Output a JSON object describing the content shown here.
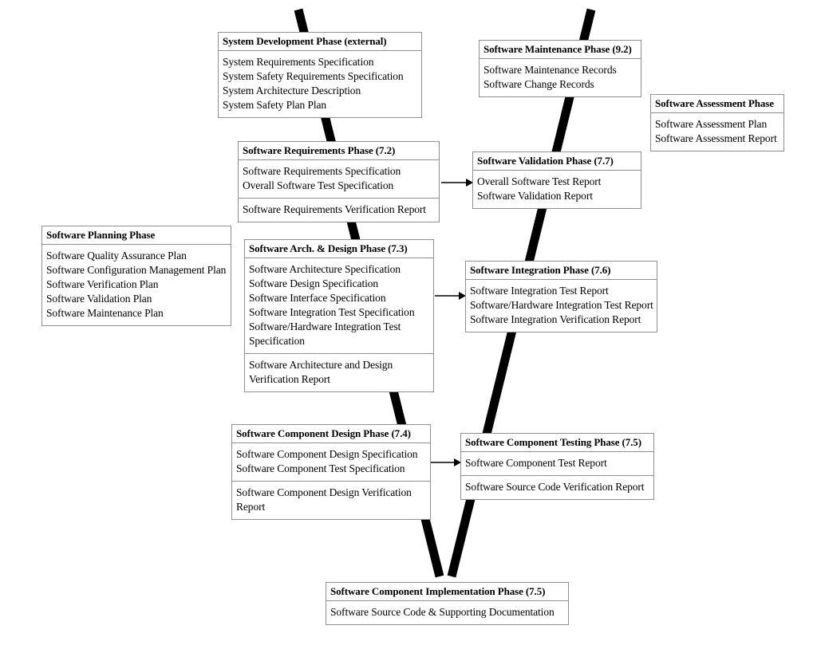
{
  "diagram_type": "software-lifecycle-v-model",
  "colors": {
    "background": "#ffffff",
    "box_background": "#ffffff",
    "box_border": "#8f8f8f",
    "text": "#000000",
    "v_line": "#000000",
    "arrow": "#000000"
  },
  "boxes": [
    {
      "id": "system-development",
      "title": "System Development Phase (external)",
      "sections": [
        [
          "System Requirements Specification",
          "System Safety Requirements Specification",
          "System Architecture Description",
          "System Safety Plan Plan"
        ]
      ]
    },
    {
      "id": "software-maintenance",
      "title": "Software Maintenance Phase (9.2)",
      "sections": [
        [
          "Software Maintenance Records",
          "Software Change Records"
        ]
      ]
    },
    {
      "id": "software-assessment",
      "title": "Software Assessment Phase",
      "sections": [
        [
          "Software Assessment Plan",
          "Software Assessment Report"
        ]
      ]
    },
    {
      "id": "software-requirements",
      "title": "Software Requirements Phase (7.2)",
      "sections": [
        [
          "Software Requirements Specification",
          "Overall Software Test Specification"
        ],
        [
          "Software Requirements Verification Report"
        ]
      ]
    },
    {
      "id": "software-validation",
      "title": "Software Validation Phase (7.7)",
      "sections": [
        [
          "Overall Software Test Report",
          "Software Validation Report"
        ]
      ]
    },
    {
      "id": "software-planning",
      "title": "Software Planning Phase",
      "sections": [
        [
          "Software Quality Assurance Plan",
          "Software Configuration Management Plan",
          "Software Verification Plan",
          "Software Validation Plan",
          "Software Maintenance Plan"
        ]
      ]
    },
    {
      "id": "software-arch-design",
      "title": "Software Arch. & Design Phase (7.3)",
      "sections": [
        [
          "Software Architecture Specification",
          "Software Design Specification",
          "Software Interface Specification",
          "Software Integration Test Specification",
          "Software/Hardware Integration Test Specification"
        ],
        [
          "Software Architecture and  Design Verification Report"
        ]
      ]
    },
    {
      "id": "software-integration",
      "title": "Software Integration Phase (7.6)",
      "sections": [
        [
          "Software Integration Test Report",
          "Software/Hardware Integration Test Report",
          "Software Integration Verification Report"
        ]
      ]
    },
    {
      "id": "software-component-design",
      "title": "Software Component Design Phase (7.4)",
      "sections": [
        [
          "Software Component Design Specification",
          "Software Component Test Specification"
        ],
        [
          "Software Component  Design Verification Report"
        ]
      ]
    },
    {
      "id": "software-component-testing",
      "title": "Software Component Testing Phase (7.5)",
      "sections": [
        [
          "Software Component Test Report"
        ],
        [
          "Software Source Code Verification Report"
        ]
      ]
    },
    {
      "id": "software-component-implementation",
      "title": "Software Component Implementation Phase (7.5)",
      "sections": [
        [
          "Software Source Code & Supporting Documentation"
        ]
      ]
    }
  ],
  "connectors": {
    "v_left_branch": "system-development → software-requirements → software-arch-design → software-component-design → software-component-implementation",
    "v_right_branch": "software-component-implementation → software-component-testing → software-integration → software-validation → software-maintenance",
    "arrows": [
      {
        "from": "software-requirements",
        "to": "software-validation"
      },
      {
        "from": "software-arch-design",
        "to": "software-integration"
      },
      {
        "from": "software-component-design",
        "to": "software-component-testing"
      }
    ]
  }
}
